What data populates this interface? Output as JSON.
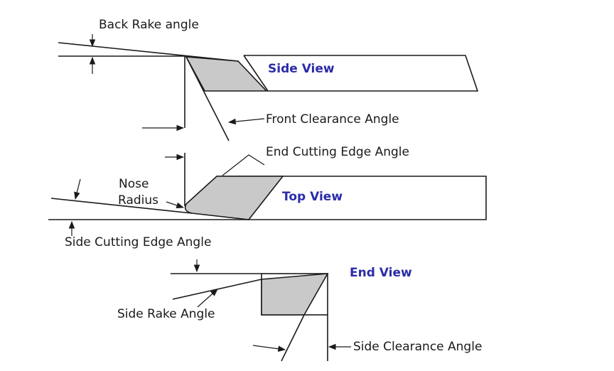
{
  "labels": {
    "back_rake_angle": "Back Rake angle",
    "front_clearance_angle": "Front Clearance Angle",
    "end_cutting_edge_angle": "End Cutting Edge Angle",
    "nose": "Nose",
    "radius": "Radius",
    "side_cutting_edge_angle": "Side Cutting Edge Angle",
    "side_rake_angle": "Side Rake Angle",
    "side_clearance_angle": "Side Clearance Angle"
  },
  "views": {
    "side": "Side View",
    "top": "Top View",
    "end": "End View"
  },
  "colors": {
    "view_label": "#2b2ba8",
    "shade": "#c9c9c9",
    "line": "#1a1a1a"
  }
}
